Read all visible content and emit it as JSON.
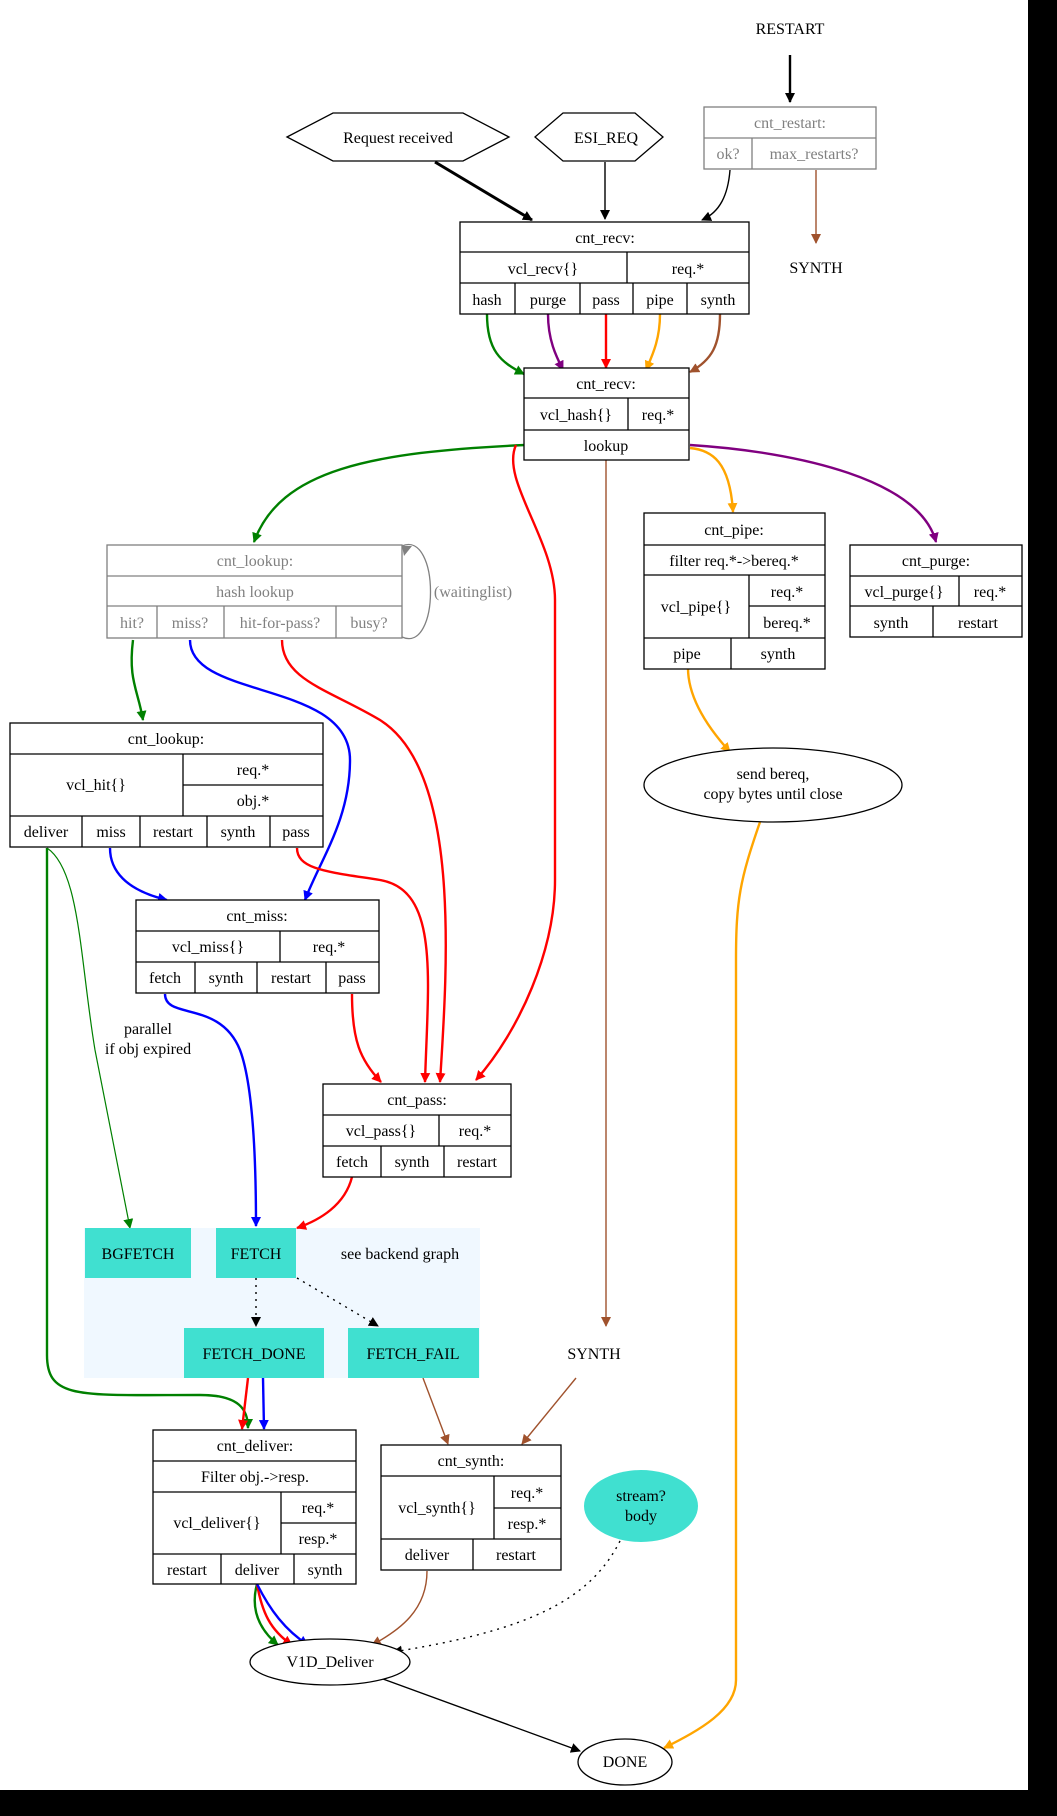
{
  "colors": {
    "black": "#000000",
    "grey": "#808080",
    "green": "#008000",
    "purple": "#800080",
    "red": "#ff0000",
    "orange": "#ffa500",
    "brown": "#a0522d",
    "blue": "#0000ff",
    "turquoise": "#40e0d0",
    "backend_bg": "#f0f8ff"
  },
  "labels": {
    "restart_top": "RESTART",
    "request_received": "Request received",
    "esi_req": "ESI_REQ",
    "synth_top": "SYNTH",
    "synth_mid": "SYNTH",
    "waitinglist": "(waitinglist)",
    "parallel_1": "parallel",
    "parallel_2": "if obj expired",
    "see_backend": "see backend graph",
    "send_bereq_1": "send bereq,",
    "send_bereq_2": "copy bytes until close",
    "v1d_deliver": "V1D_Deliver",
    "done": "DONE",
    "stream_1": "stream?",
    "stream_2": "body"
  },
  "boxes": {
    "bgfetch": "BGFETCH",
    "fetch": "FETCH",
    "fetch_done": "FETCH_DONE",
    "fetch_fail": "FETCH_FAIL"
  },
  "nodes": {
    "cnt_restart": {
      "title": "cnt_restart:",
      "c1": "ok?",
      "c2": "max_restarts?"
    },
    "cnt_recv": {
      "title": "cnt_recv:",
      "func": "vcl_recv{}",
      "req": "req.*",
      "hash": "hash",
      "purge": "purge",
      "pass": "pass",
      "pipe": "pipe",
      "synth": "synth"
    },
    "cnt_recv2": {
      "title": "cnt_recv:",
      "func": "vcl_hash{}",
      "req": "req.*",
      "lookup": "lookup"
    },
    "cnt_pipe": {
      "title": "cnt_pipe:",
      "filter": "filter req.*->bereq.*",
      "func": "vcl_pipe{}",
      "req": "req.*",
      "bereq": "bereq.*",
      "pipe": "pipe",
      "synth": "synth"
    },
    "cnt_purge": {
      "title": "cnt_purge:",
      "func": "vcl_purge{}",
      "req": "req.*",
      "synth": "synth",
      "restart": "restart"
    },
    "cnt_lookup": {
      "title": "cnt_lookup:",
      "sub": "hash lookup",
      "hit": "hit?",
      "miss": "miss?",
      "hfp": "hit-for-pass?",
      "busy": "busy?"
    },
    "cnt_lookup2": {
      "title": "cnt_lookup:",
      "func": "vcl_hit{}",
      "req": "req.*",
      "obj": "obj.*",
      "deliver": "deliver",
      "miss": "miss",
      "restart": "restart",
      "synth": "synth",
      "pass": "pass"
    },
    "cnt_miss": {
      "title": "cnt_miss:",
      "func": "vcl_miss{}",
      "req": "req.*",
      "fetch": "fetch",
      "synth": "synth",
      "restart": "restart",
      "pass": "pass"
    },
    "cnt_pass": {
      "title": "cnt_pass:",
      "func": "vcl_pass{}",
      "req": "req.*",
      "fetch": "fetch",
      "synth": "synth",
      "restart": "restart"
    },
    "cnt_deliver": {
      "title": "cnt_deliver:",
      "filter": "Filter obj.->resp.",
      "func": "vcl_deliver{}",
      "req": "req.*",
      "resp": "resp.*",
      "restart": "restart",
      "deliver": "deliver",
      "synth": "synth"
    },
    "cnt_synth": {
      "title": "cnt_synth:",
      "func": "vcl_synth{}",
      "req": "req.*",
      "resp": "resp.*",
      "deliver": "deliver",
      "restart": "restart"
    }
  }
}
